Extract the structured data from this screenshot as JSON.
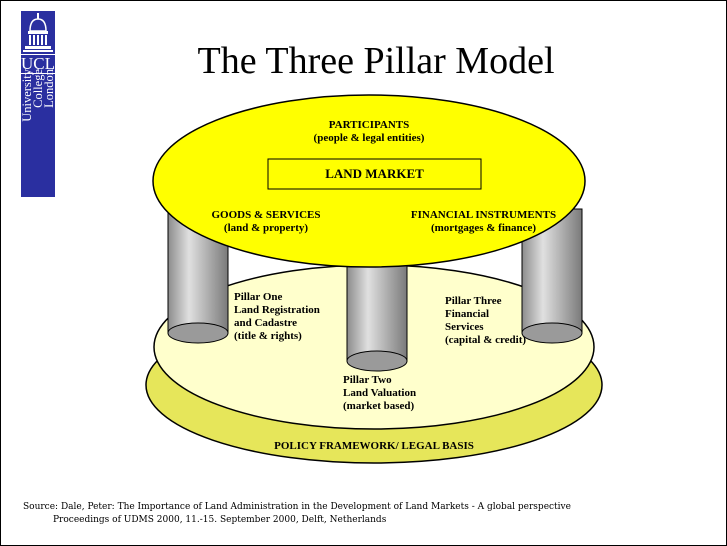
{
  "logo": {
    "text": "UCL",
    "vertical_lines": [
      "University",
      "College",
      "London"
    ]
  },
  "title": "The Three Pillar Model",
  "diagram": {
    "top_disc": {
      "participants": "PARTICIPANTS",
      "participants_sub": "(people & legal entities)",
      "center_box": "LAND MARKET",
      "goods": "GOODS & SERVICES",
      "goods_sub": "(land & property)",
      "financial": "FINANCIAL INSTRUMENTS",
      "financial_sub": "(mortgages & finance)"
    },
    "pillars": [
      {
        "lines": [
          "Pillar One",
          "Land Registration",
          "and Cadastre",
          "(title & rights)"
        ]
      },
      {
        "lines": [
          "Pillar Two",
          "Land Valuation",
          "(market based)"
        ]
      },
      {
        "lines": [
          "Pillar Three",
          "Financial",
          "Services",
          "(capital & credit)"
        ]
      }
    ],
    "base": "POLICY FRAMEWORK/ LEGAL BASIS",
    "colors": {
      "top": "#ffff00",
      "base_outer": "#e6e65a",
      "base_inner": "#ffffcc",
      "pillar": "#a0a0a0"
    }
  },
  "source": {
    "line1": "Source: Dale, Peter: The Importance of Land Administration in the Development of Land Markets - A global perspective",
    "line2": "Proceedings of UDMS 2000, 11.-15. September 2000, Delft, Netherlands"
  }
}
